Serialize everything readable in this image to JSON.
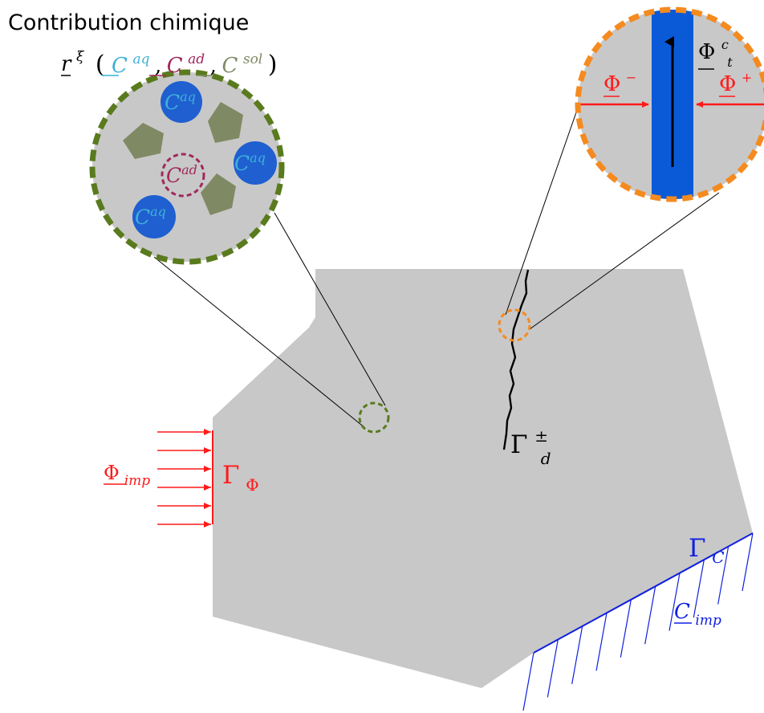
{
  "title": "Contribution chimique",
  "formula": {
    "r": "r",
    "xi": "ξ",
    "open": "(",
    "c_aq": "C",
    "c_aq_sup": "aq",
    "comma1": ",",
    "c_ad": "C",
    "c_ad_sup": "ad",
    "comma2": ",",
    "c_sol": "C",
    "c_sol_sup": "sol",
    "close": ")"
  },
  "chem_zoom": {
    "particle_aq_label": "C",
    "particle_aq_sup": "aq",
    "particle_ad_label": "C",
    "particle_ad_sup": "ad"
  },
  "crack_zoom": {
    "flux_tangent": "Φ",
    "flux_tangent_sup": "c",
    "flux_tangent_sub": "t",
    "flux_minus": "Φ",
    "flux_minus_sup": "−",
    "flux_plus": "Φ",
    "flux_plus_sup": "+"
  },
  "crack_label": {
    "gamma": "Γ",
    "sup": "±",
    "sub": "d"
  },
  "flux_boundary": {
    "flux": "Φ",
    "flux_sub": "imp",
    "gamma": "Γ",
    "gamma_sub": "Φ"
  },
  "conc_boundary": {
    "gamma": "Γ",
    "gamma_sub": "C",
    "c": "C",
    "c_sub": "imp"
  },
  "colors": {
    "domain": "#c8c8c8",
    "aq": "#1f5fd0",
    "aq_text": "#3fb0d8",
    "ad": "#a0285a",
    "sol": "#7f8a64",
    "green_ring": "#5a7a1e",
    "orange_ring": "#f58a1f",
    "flux_red": "#ff1a1a",
    "blue": "#1020e0",
    "crack_channel": "#0a5ad8"
  }
}
